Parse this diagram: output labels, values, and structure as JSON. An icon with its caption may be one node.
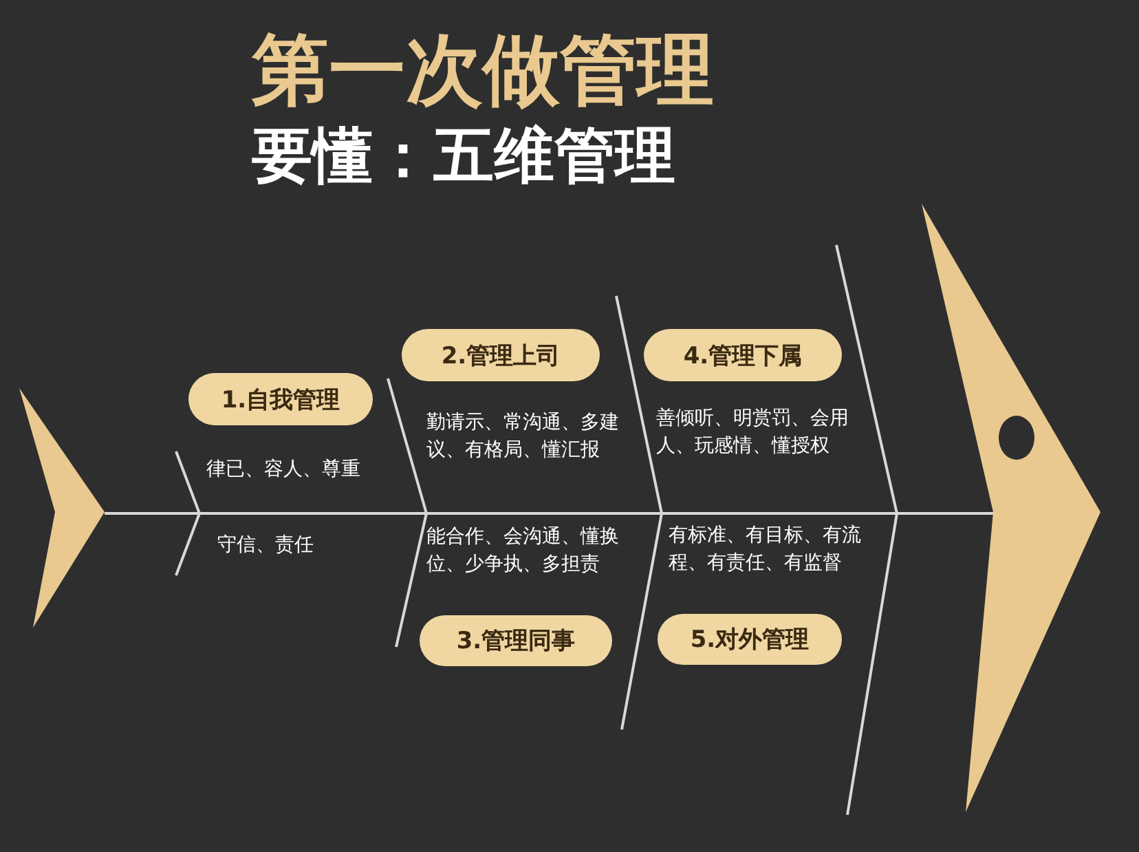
{
  "diagram": {
    "title": "第一次做管理",
    "nodes": [
      {
        "text": [
          "1.自我管理"
        ]
      },
      {
        "text": [
          "2.管理上司"
        ]
      },
      {
        "text": [
          "4.管理下属"
        ]
      },
      {
        "text": [
          "3.管理同事"
        ]
      },
      {
        "text": [
          "5.对外管理"
        ]
      },
      {
        "text": [],
        "shape": "picture"
      },
      {
        "text": [],
        "shape": "picture"
      }
    ],
    "edges": [
      {
        "from": 5,
        "to": 6,
        "arrow": "none"
      }
    ],
    "labels": [
      "要懂：五维管理",
      "律已、容人、尊重",
      "守信、责任",
      "勤请示、常沟通、多建议、有格局、懂汇报",
      "能合作、会沟通、懂换位、少争执、多担责",
      "善倾听、明赏罚、会用人、玩感情、懂授权",
      "有标准、有目标、有流程、有责任、有监督"
    ]
  }
}
